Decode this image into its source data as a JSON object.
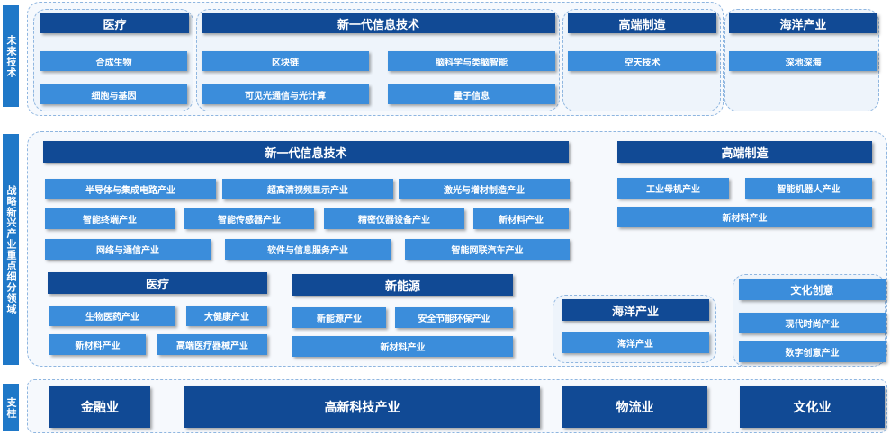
{
  "side_labels": {
    "future": "未来技术",
    "strategic": "战略新兴产业重点细分领域",
    "pillar": "支柱"
  },
  "future": {
    "medical": {
      "title": "医疗",
      "items": [
        "合成生物",
        "细胞与基因"
      ]
    },
    "it": {
      "title": "新一代信息技术",
      "items": [
        "区块链",
        "脑科学与类脑智能",
        "可见光通信与光计算",
        "量子信息"
      ]
    },
    "manufacturing": {
      "title": "高端制造",
      "items": [
        "空天技术"
      ]
    },
    "ocean": {
      "title": "海洋产业",
      "items": [
        "深地深海"
      ]
    }
  },
  "strategic": {
    "it": {
      "title": "新一代信息技术",
      "items": [
        "半导体与集成电路产业",
        "超高清视频显示产业",
        "激光与增材制造产业",
        "智能终端产业",
        "智能传感器产业",
        "精密仪器设备产业",
        "新材料产业",
        "网络与通信产业",
        "软件与信息服务产业",
        "智能网联汽车产业"
      ]
    },
    "manufacturing": {
      "title": "高端制造",
      "items": [
        "工业母机产业",
        "智能机器人产业",
        "新材料产业"
      ]
    },
    "medical": {
      "title": "医疗",
      "items": [
        "生物医药产业",
        "大健康产业",
        "新材料产业",
        "高端医疗器械产业"
      ]
    },
    "energy": {
      "title": "新能源",
      "items": [
        "新能源产业",
        "安全节能环保产业",
        "新材料产业"
      ]
    },
    "ocean": {
      "title": "海洋产业",
      "items": [
        "海洋产业"
      ]
    },
    "culture": {
      "title": "文化创意",
      "items": [
        "现代时尚产业",
        "数字创意产业"
      ]
    }
  },
  "pillar": {
    "items": [
      "金融业",
      "高新科技产业",
      "物流业",
      "文化业"
    ]
  }
}
